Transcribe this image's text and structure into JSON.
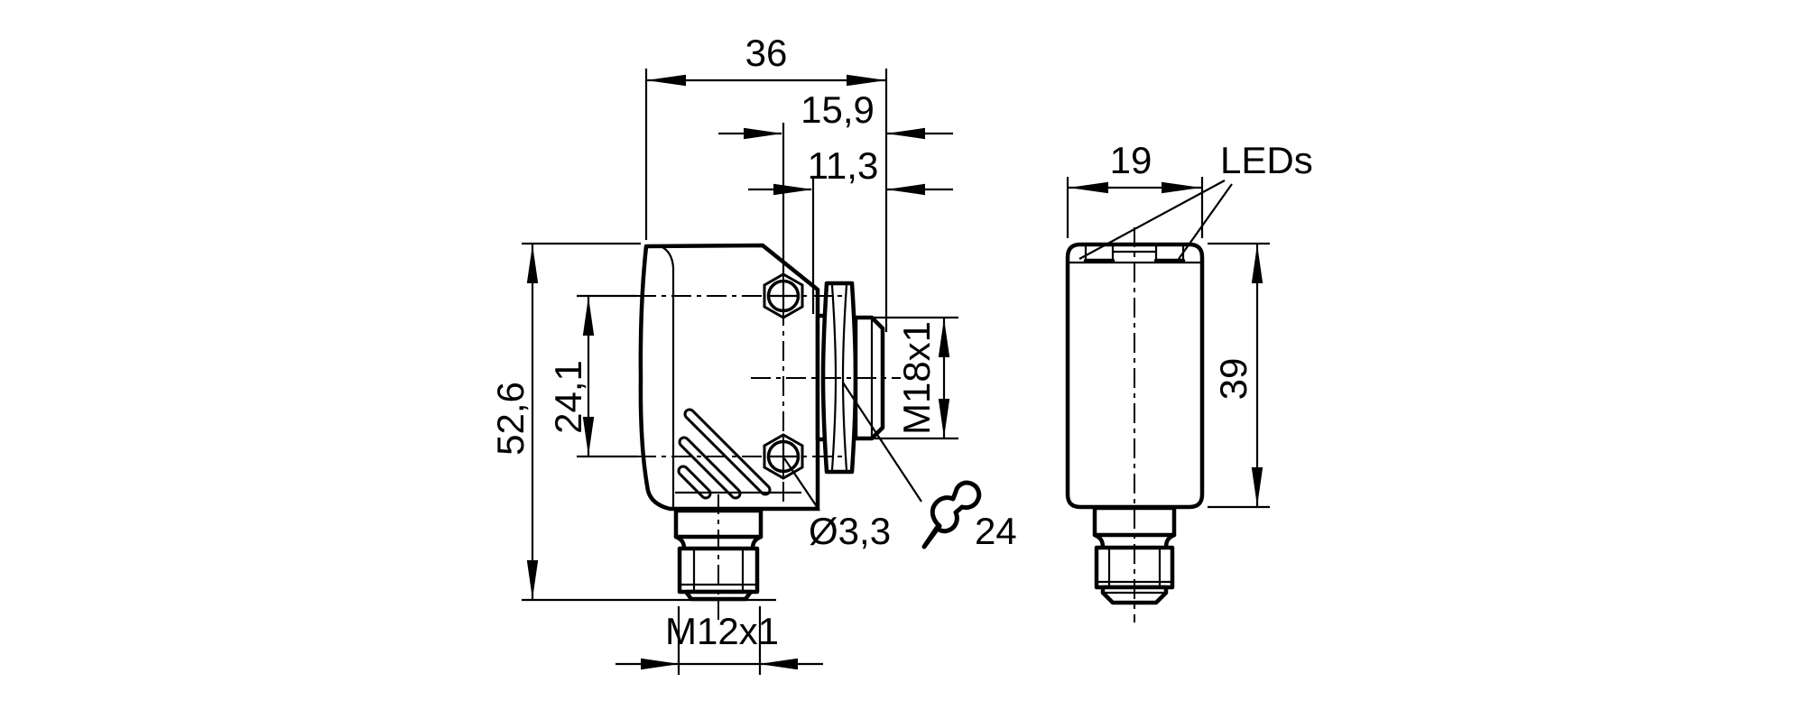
{
  "drawing": {
    "labels": {
      "width_total": "36",
      "hole_offset": "15,9",
      "face_offset": "11,3",
      "height_total": "52,6",
      "hole_spacing": "24,1",
      "front_thread": "M18x1",
      "hole_diameter": "Ø3,3",
      "wrench_size": "24",
      "connector_thread": "M12x1",
      "side_width": "19",
      "leds_label": "LEDs",
      "side_height": "39"
    }
  }
}
